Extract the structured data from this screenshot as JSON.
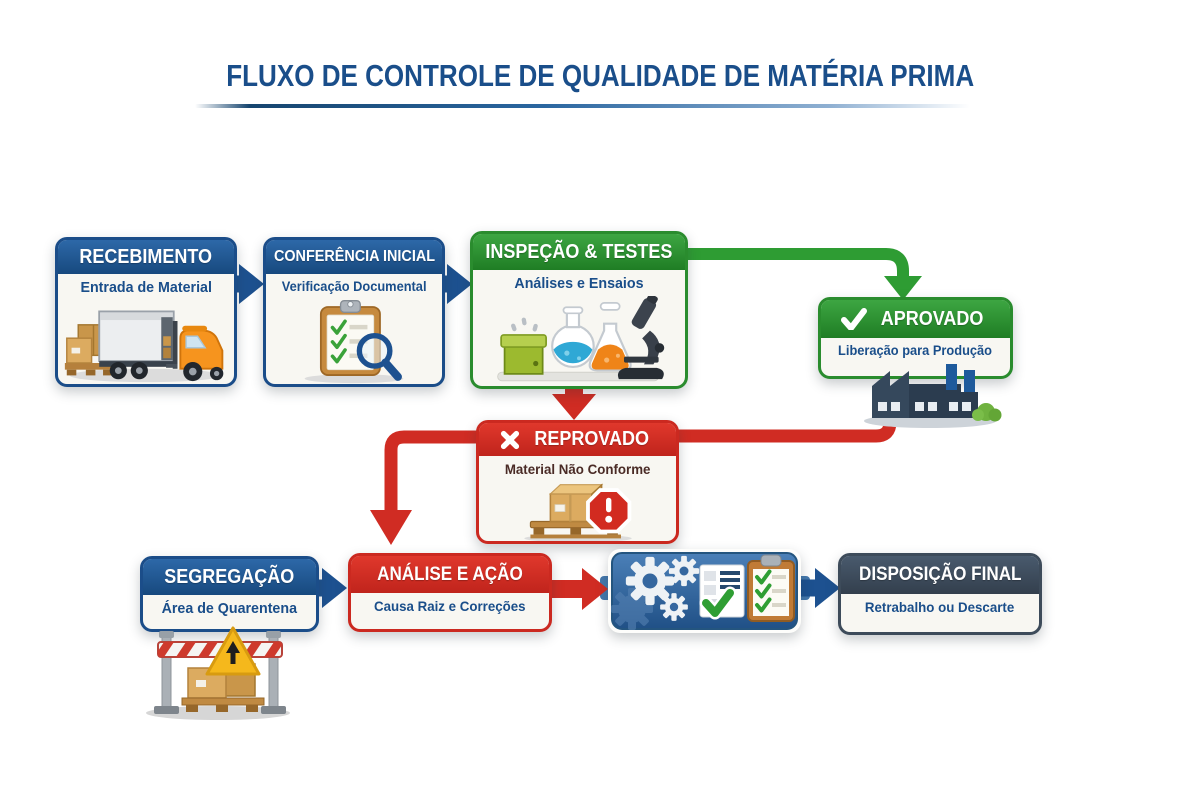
{
  "title": "FLUXO DE CONTROLE DE QUALIDADE DE MATÉRIA PRIMA",
  "colors": {
    "accent_blue": "#1d5190",
    "accent_green": "#2e9c33",
    "accent_red": "#d02c23",
    "accent_navy": "#3d4b5a",
    "text_blue": "#1a4e8a",
    "text_maroon": "#4a2b26",
    "card_background": "#f8f7f2"
  },
  "nodes": {
    "recebimento": {
      "title": "RECEBIMENTO",
      "subtitle": "Entrada de Material",
      "icon": "truck-loading-illustration"
    },
    "conferencia": {
      "title": "CONFERÊNCIA INICIAL",
      "subtitle": "Verificação Documental",
      "icon": "clipboard-magnifier-illustration"
    },
    "inspecao": {
      "title": "INSPEÇÃO & TESTES",
      "subtitle": "Análises e Ensaios",
      "icon": "lab-flasks-microscope-illustration"
    },
    "aprovado": {
      "title": "APROVADO",
      "subtitle": "Liberação para Produção",
      "icon": "checkmark-icon",
      "side_icon": "factory-illustration"
    },
    "reprovado": {
      "title": "REPROVADO",
      "subtitle": "Material Não Conforme",
      "icon": "x-icon",
      "side_icon": "rejected-pallet-stop-illustration"
    },
    "segregacao": {
      "title": "SEGREGAÇÃO",
      "subtitle": "Área de Quarentena",
      "side_icon": "quarantine-barrier-illustration"
    },
    "analise": {
      "title": "ANÁLISE E AÇÃO",
      "subtitle": "Causa Raiz e Correções"
    },
    "processo": {
      "icon": "gears-checklist-illustration"
    },
    "disposicao": {
      "title": "DISPOSIÇÃO FINAL",
      "subtitle": "Retrabalho ou Descarte"
    }
  },
  "flow": [
    {
      "from": "RECEBIMENTO",
      "to": "CONFERÊNCIA INICIAL",
      "color": "blue"
    },
    {
      "from": "CONFERÊNCIA INICIAL",
      "to": "INSPEÇÃO & TESTES",
      "color": "blue"
    },
    {
      "from": "INSPEÇÃO & TESTES",
      "to": "APROVADO",
      "color": "green"
    },
    {
      "from": "INSPEÇÃO & TESTES",
      "to": "REPROVADO",
      "color": "red"
    },
    {
      "from": "REPROVADO",
      "to": "APROVADO",
      "color": "red"
    },
    {
      "from": "REPROVADO",
      "to": "ANÁLISE E AÇÃO",
      "color": "red"
    },
    {
      "from": "SEGREGAÇÃO",
      "to": "ANÁLISE E AÇÃO",
      "color": "blue"
    },
    {
      "from": "ANÁLISE E AÇÃO",
      "to": "PROCESSO",
      "color": "red"
    },
    {
      "from": "PROCESSO",
      "to": "DISPOSIÇÃO FINAL",
      "color": "blue"
    }
  ]
}
